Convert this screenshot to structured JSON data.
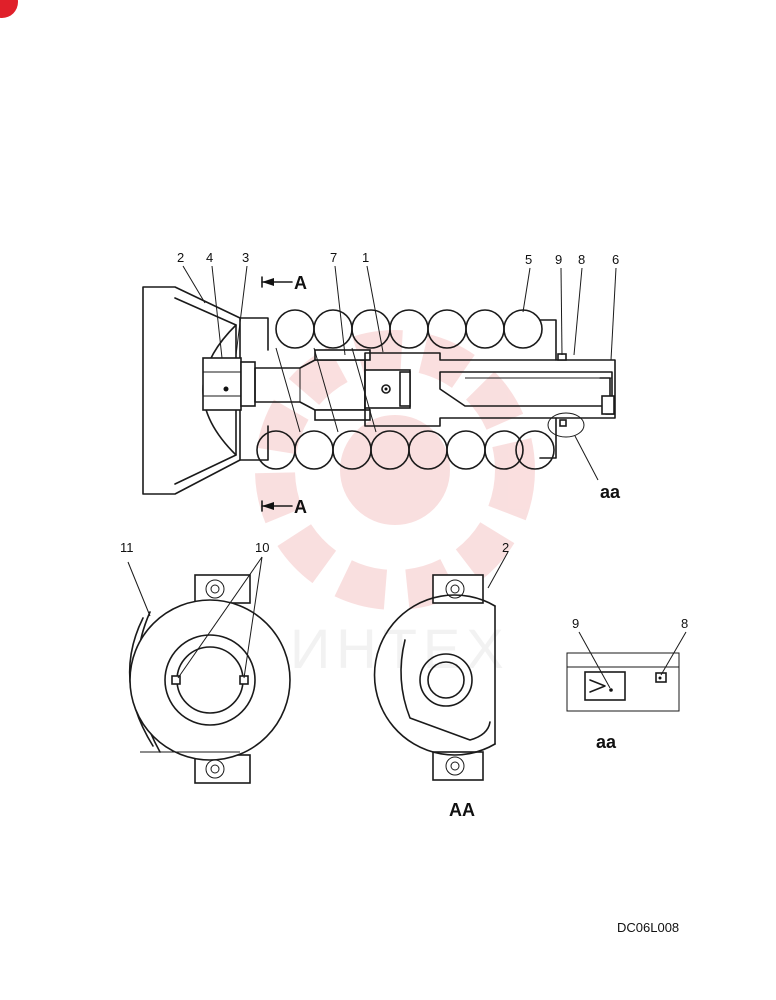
{
  "callouts": {
    "c1": "1",
    "c2": "2",
    "c3": "3",
    "c4": "4",
    "c5": "5",
    "c6": "6",
    "c7": "7",
    "c8": "8",
    "c9": "9",
    "c10": "10",
    "c11": "11",
    "c2b": "2",
    "c9b": "9",
    "c8b": "8"
  },
  "section": {
    "a_top": "A",
    "a_bottom": "A"
  },
  "views": {
    "detail_aa_marker": "aa",
    "detail_aa_label": "aa",
    "section_AA_label": "AA"
  },
  "drawing_code": "DC06L008",
  "watermark": {
    "text": "ИНТЕХ",
    "color": "#f5c5c5"
  },
  "colors": {
    "ink": "#1a1a1a",
    "corner_badge": "#e0202a"
  }
}
